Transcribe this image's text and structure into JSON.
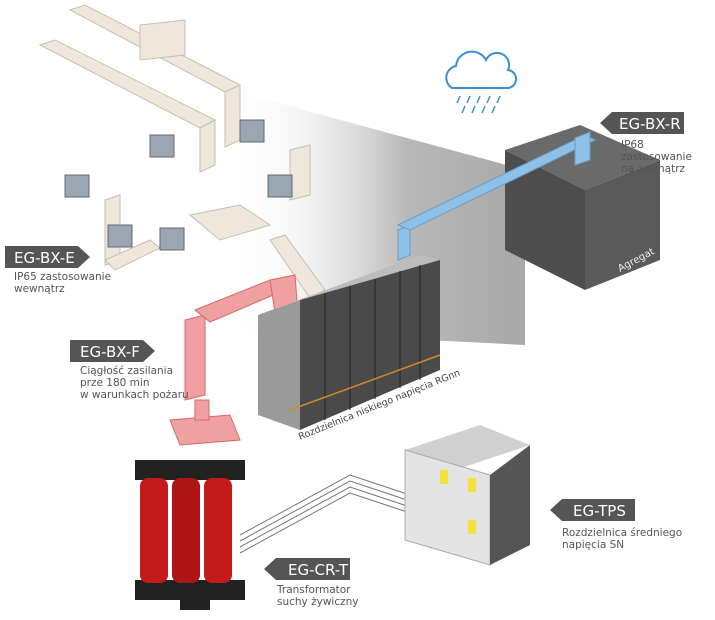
{
  "labels": {
    "bx_e": {
      "code": "EG-BX-E",
      "desc": "IP65 zastosowanie\nwewnątrz"
    },
    "bx_f": {
      "code": "EG-BX-F",
      "desc": "Ciągłość zasilania\nprze 180 min\nw warunkach pożaru"
    },
    "bx_r": {
      "code": "EG-BX-R",
      "desc": "IP68 zastosowanie\nna zewnątrz"
    },
    "tps": {
      "code": "EG-TPS",
      "desc": "Rozdzielnica średniego\nnapięcia SN"
    },
    "cr_t": {
      "code": "EG-CR-T",
      "desc": "Transformator\nsuchy żywiczny"
    }
  },
  "captions": {
    "generator": "Agregat",
    "lv_switchboard": "Rozdzielnica niskiego napięcia RGnn"
  },
  "colors": {
    "tag": "#555555",
    "busbar_indoor": "#efe6dc",
    "busbar_fire": "#e8787a",
    "busbar_outdoor": "#8fc0e8",
    "transformer": "#c41a1a",
    "generator": "#4a4a4a"
  },
  "icons": [
    "rain-cloud-icon"
  ]
}
